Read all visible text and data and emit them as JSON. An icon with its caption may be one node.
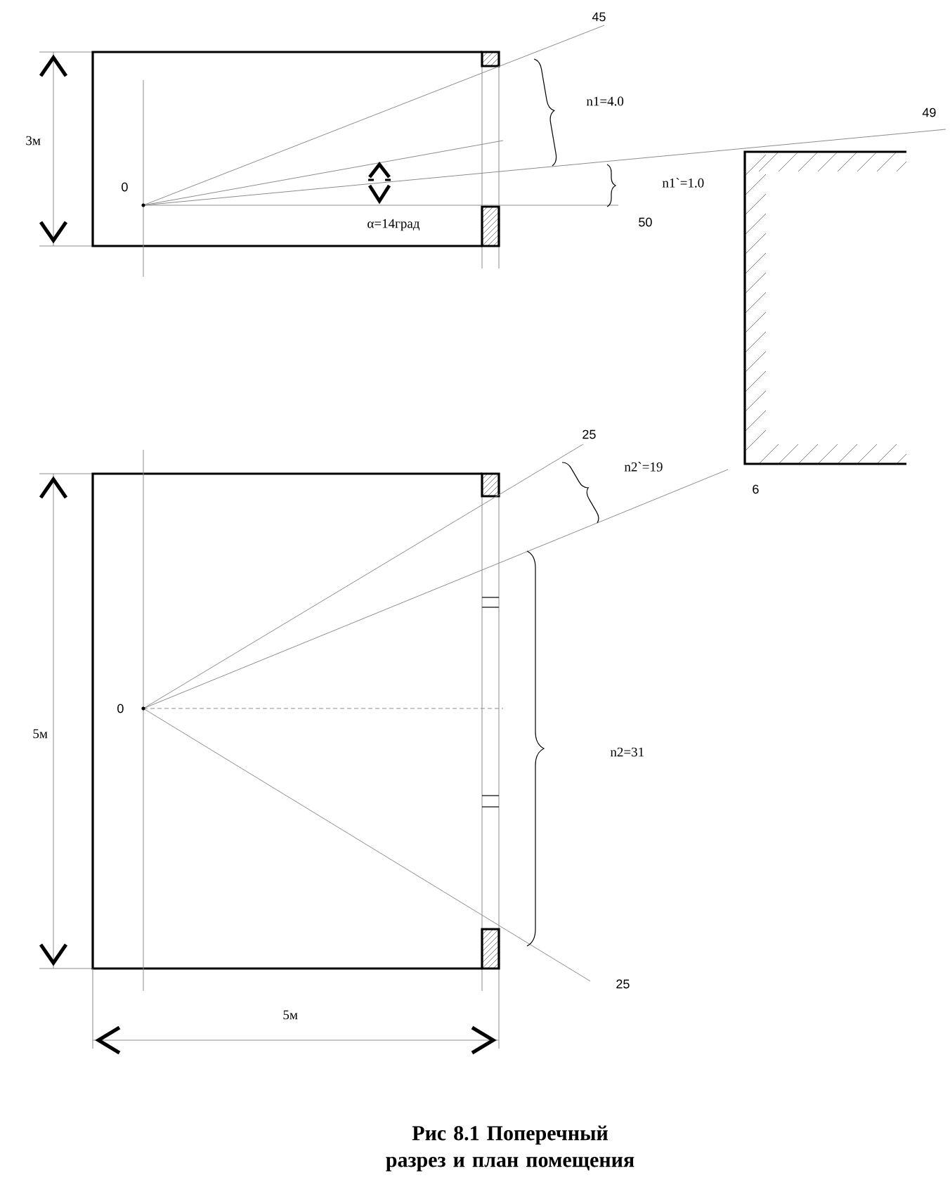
{
  "diagram": {
    "caption": "Рис 8.1 Поперечный разрез и план помещения",
    "labels": [
      "45",
      "3м",
      "n1=4.0",
      "49",
      "0",
      "n1`=1.0",
      "α=14град",
      "50",
      "25",
      "n2`=19",
      "6",
      "5м",
      "0",
      "n2=31",
      "25",
      "5м"
    ]
  }
}
